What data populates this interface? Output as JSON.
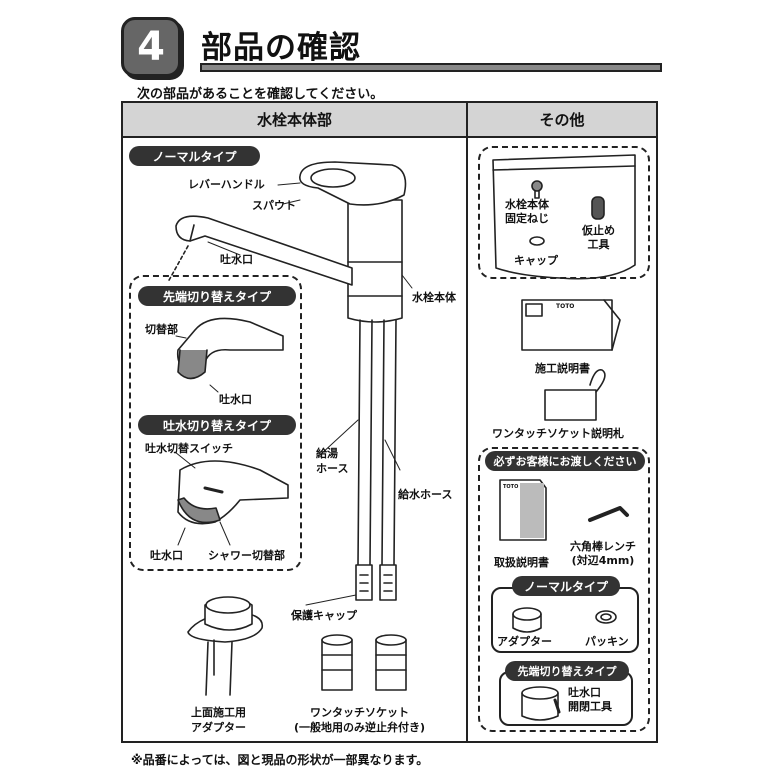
{
  "step_number": "4",
  "title": "部品の確認",
  "intro": "次の部品があることを確認してください。",
  "columns": {
    "left": "水栓本体部",
    "right": "その他"
  },
  "left": {
    "normal_type": "ノーマルタイプ",
    "lever_handle": "レバーハンドル",
    "spout": "スパウト",
    "outlet": "吐水口",
    "faucet_body": "水栓本体",
    "tip_switch_type": "先端切り替えタイプ",
    "switch_part": "切替部",
    "outlet_2": "吐水口",
    "outlet_switch_type": "吐水切り替えタイプ",
    "outlet_switch": "吐水切替スイッチ",
    "outlet_3": "吐水口",
    "shower_switch": "シャワー切替部",
    "hot_hose": [
      "給湯",
      "ホース"
    ],
    "cold_hose": "給水ホース",
    "protective_cap": "保護キャップ",
    "top_adapter": [
      "上面施工用",
      "アダプター"
    ],
    "one_touch_socket": [
      "ワンタッチソケット",
      "(一般地用のみ逆止弁付き)"
    ]
  },
  "right": {
    "fixing_screw": [
      "水栓本体",
      "固定ねじ"
    ],
    "temp_tool": [
      "仮止め",
      "工具"
    ],
    "cap": "キャップ",
    "brand": "TOTO",
    "install_manual": "施工説明書",
    "socket_tag": "ワンタッチソケット説明札",
    "customer_banner": "必ずお客様にお渡しください",
    "user_manual": "取扱説明書",
    "hex_wrench": [
      "六角棒レンチ",
      "(対辺4mm)"
    ],
    "normal_type": "ノーマルタイプ",
    "adapter": "アダプター",
    "packing": "パッキン",
    "tip_switch_type": "先端切り替えタイプ",
    "outlet_tool": [
      "吐水口",
      "開閉工具"
    ]
  },
  "footnote": "※品番によっては、図と現品の形状が一部異なります。"
}
